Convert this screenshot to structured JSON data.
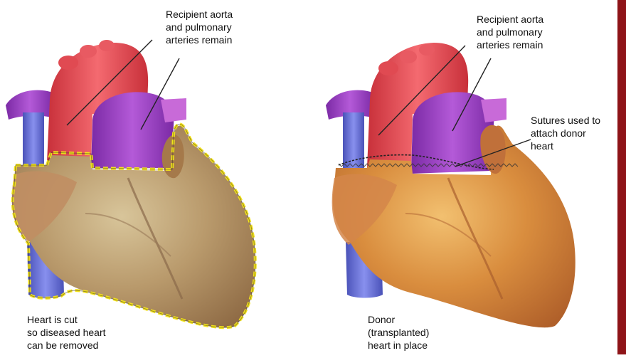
{
  "left_panel": {
    "vessels_label": [
      "Recipient aorta",
      "and pulmonary",
      "arteries remain"
    ],
    "cut_label": [
      "Heart is cut",
      "so diseased heart",
      "can be removed"
    ]
  },
  "right_panel": {
    "vessels_label": [
      "Recipient aorta",
      "and pulmonary",
      "arteries remain"
    ],
    "sutures_label": [
      "Sutures used to",
      "attach donor",
      "heart"
    ],
    "donor_label": [
      "Donor",
      "(transplanted)",
      "heart in place"
    ]
  },
  "colors": {
    "aorta": "#e8474f",
    "pulmonary_artery": "#9b3fc0",
    "vena_cava": "#6670d8",
    "left_heart_muscle": "#b99a6c",
    "right_heart_muscle": "#d98d3e",
    "cut_line": "#f2e21d",
    "side_bar": "#8e1418"
  }
}
